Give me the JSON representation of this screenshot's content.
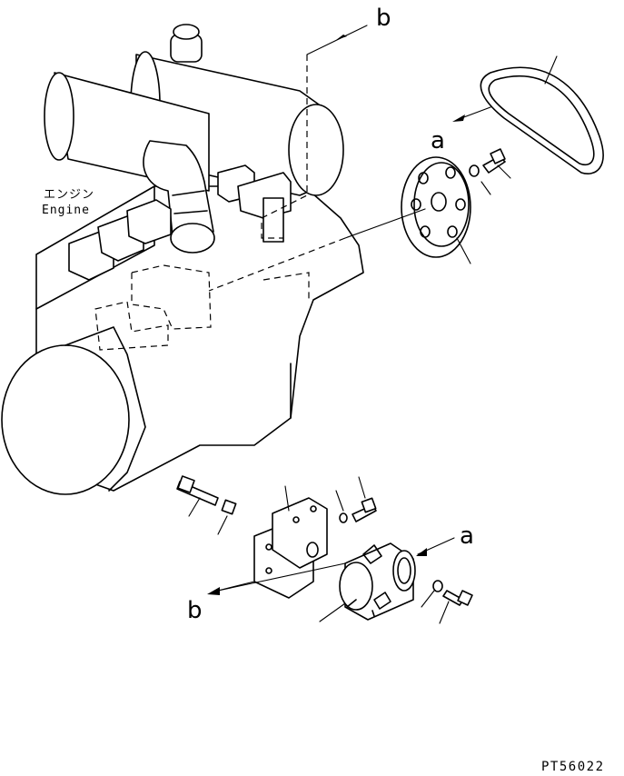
{
  "labels": {
    "a": "a",
    "b": "b",
    "engine_jp": "エンジン",
    "engine_en": "Engine",
    "drawing_no": "PT56022"
  },
  "colors": {
    "line": "#000000",
    "background": "#ffffff"
  }
}
